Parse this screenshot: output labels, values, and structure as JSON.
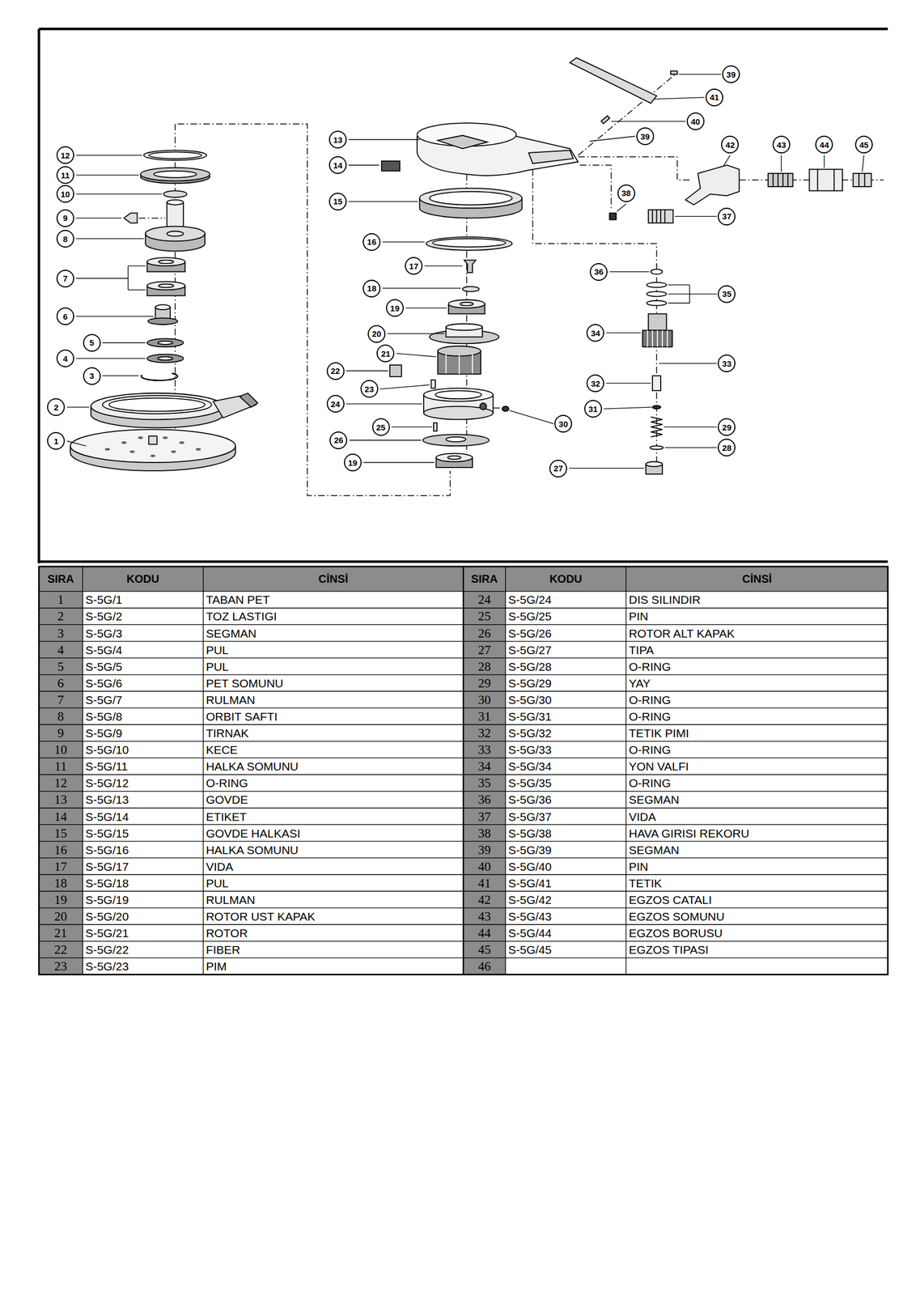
{
  "diagram": {
    "nodes": [
      {
        "text": [
          "12"
        ]
      },
      {
        "text": [
          "11"
        ]
      },
      {
        "text": [
          "10"
        ]
      },
      {
        "text": [
          "9"
        ]
      },
      {
        "text": [
          "8"
        ]
      },
      {
        "text": [
          "7"
        ]
      },
      {
        "text": [
          "6"
        ]
      },
      {
        "text": [
          "5"
        ]
      },
      {
        "text": [
          "4"
        ]
      },
      {
        "text": [
          "3"
        ]
      },
      {
        "text": [
          "2"
        ]
      },
      {
        "text": [
          "1"
        ]
      },
      {
        "text": [
          "13"
        ]
      },
      {
        "text": [
          "14"
        ]
      },
      {
        "text": [
          "15"
        ]
      },
      {
        "text": [
          "16"
        ]
      },
      {
        "text": [
          "17"
        ]
      },
      {
        "text": [
          "18"
        ]
      },
      {
        "text": [
          "19"
        ]
      },
      {
        "text": [
          "20"
        ]
      },
      {
        "text": [
          "21"
        ]
      },
      {
        "text": [
          "22"
        ]
      },
      {
        "text": [
          "23"
        ]
      },
      {
        "text": [
          "24"
        ]
      },
      {
        "text": [
          "25"
        ]
      },
      {
        "text": [
          "26"
        ]
      },
      {
        "text": [
          "19"
        ]
      },
      {
        "text": [
          "30"
        ]
      },
      {
        "text": [
          "39"
        ]
      },
      {
        "text": [
          "41"
        ]
      },
      {
        "text": [
          "40"
        ]
      },
      {
        "text": [
          "39"
        ]
      },
      {
        "text": [
          "42"
        ]
      },
      {
        "text": [
          "43"
        ]
      },
      {
        "text": [
          "44"
        ]
      },
      {
        "text": [
          "45"
        ]
      },
      {
        "text": [
          "38"
        ]
      },
      {
        "text": [
          "37"
        ]
      },
      {
        "text": [
          "36"
        ]
      },
      {
        "text": [
          "35"
        ]
      },
      {
        "text": [
          "34"
        ]
      },
      {
        "text": [
          "33"
        ]
      },
      {
        "text": [
          "32"
        ]
      },
      {
        "text": [
          "31"
        ]
      },
      {
        "text": [
          "29"
        ]
      },
      {
        "text": [
          "28"
        ]
      },
      {
        "text": [
          "27"
        ]
      }
    ],
    "labels": [
      "SIRA",
      "KODU",
      "CİNSİ",
      "SIRA",
      "KODU",
      "CİNSİ",
      "1",
      "S-5G/1",
      "TABAN PET",
      "24",
      "S-5G/24",
      "DIS SILINDIR",
      "2",
      "S-5G/2",
      "TOZ LASTIGI",
      "25",
      "S-5G/25",
      "PIN",
      "3",
      "S-5G/3",
      "SEGMAN",
      "26",
      "S-5G/26",
      "ROTOR ALT KAPAK",
      "4",
      "S-5G/4",
      "PUL",
      "27",
      "S-5G/27",
      "TIPA",
      "5",
      "S-5G/5",
      "PUL",
      "28",
      "S-5G/28",
      "O-RING",
      "6",
      "S-5G/6",
      "PET SOMUNU",
      "29",
      "S-5G/29",
      "YAY",
      "7",
      "S-5G/7",
      "RULMAN",
      "30",
      "S-5G/30",
      "O-RING",
      "8",
      "S-5G/8",
      "ORBIT SAFTI",
      "31",
      "S-5G/31",
      "O-RING",
      "9",
      "S-5G/9",
      "TIRNAK",
      "32",
      "S-5G/32",
      "TETIK PIMI",
      "10",
      "S-5G/10",
      "KECE",
      "33",
      "S-5G/33",
      "O-RING",
      "11",
      "S-5G/11",
      "HALKA SOMUNU",
      "34",
      "S-5G/34",
      "YON VALFI",
      "12",
      "S-5G/12",
      "O-RING",
      "35",
      "S-5G/35",
      "O-RING",
      "13",
      "S-5G/13",
      "GOVDE",
      "36",
      "S-5G/36",
      "SEGMAN",
      "14",
      "S-5G/14",
      "ETIKET",
      "37",
      "S-5G/37",
      "VIDA",
      "15",
      "S-5G/15",
      "GOVDE HALKASI",
      "38",
      "S-5G/38",
      "HAVA GIRISI REKORU",
      "16",
      "S-5G/16",
      "HALKA SOMUNU",
      "39",
      "S-5G/39",
      "SEGMAN",
      "17",
      "S-5G/17",
      "VIDA",
      "40",
      "S-5G/40",
      "PIN",
      "18",
      "S-5G/18",
      "PUL",
      "41",
      "S-5G/41",
      "TETIK",
      "19",
      "S-5G/19",
      "RULMAN",
      "42",
      "S-5G/42",
      "EGZOS CATALI",
      "20",
      "S-5G/20",
      "ROTOR UST KAPAK",
      "43",
      "S-5G/43",
      "EGZOS SOMUNU",
      "21",
      "S-5G/21",
      "ROTOR",
      "44",
      "S-5G/44",
      "EGZOS BORUSU",
      "22",
      "S-5G/22",
      "FIBER",
      "45",
      "S-5G/45",
      "EGZOS TIPASI",
      "23",
      "S-5G/23",
      "PIM",
      "46"
    ]
  }
}
